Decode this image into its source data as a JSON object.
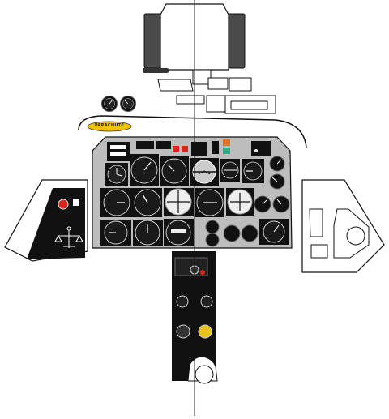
{
  "labels": {
    "parachute": "PARACHUTE"
  },
  "instruments": {
    "upper_row": [
      "clock",
      "airspeed-indicator",
      "attitude-indicator",
      "attitude-indicator-2",
      "turn-indicator",
      "vertical-speed-indicator"
    ],
    "middle_row": [
      "altimeter",
      "airspeed-mach-indicator",
      "horizontal-situation-indicator",
      "heading-indicator",
      "course-indicator",
      "engine-gauge"
    ],
    "lower_row": [
      "accelerometer",
      "altimeter-2",
      "fuel-quantity-indicator",
      "engine-gauge-cluster"
    ]
  },
  "colors": {
    "panel": "#bdbdbd",
    "instrument_face": "#111111",
    "warning_red": "#d9261c",
    "annunciator_orange": "#e8742a",
    "annunciator_green": "#2fb08a",
    "parachute_badge": "#f2c200",
    "pedestal_button_yellow": "#e9c21a"
  },
  "icons": [
    "aircraft-pictogram-icon",
    "warning-lamp-icon",
    "seat-cushion-icon"
  ]
}
